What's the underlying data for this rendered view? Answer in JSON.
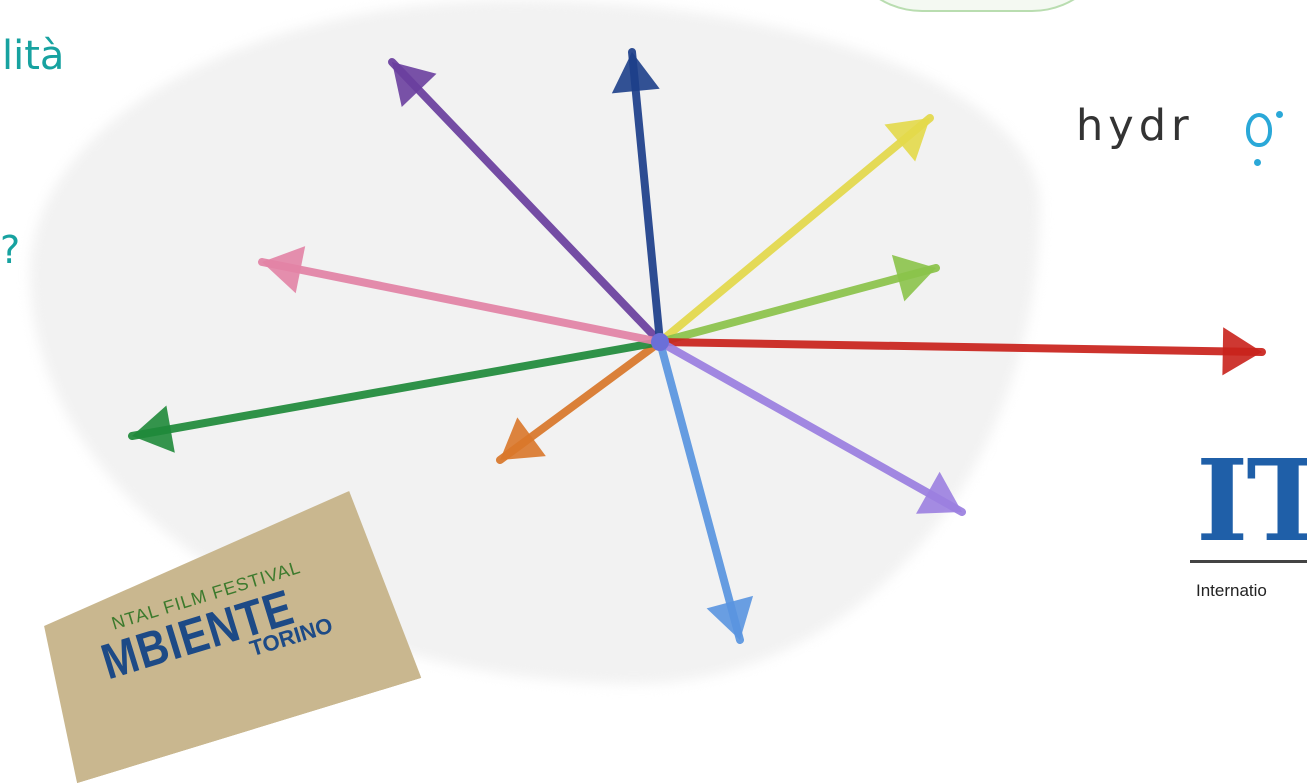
{
  "heading": {
    "title_fragment": "lità",
    "question_fragment": "?",
    "color": "#17a2a0"
  },
  "arrows": [
    {
      "name": "purple-up-left-arrow",
      "color": "#6a3f9e"
    },
    {
      "name": "navy-up-arrow",
      "color": "#1d3f8a"
    },
    {
      "name": "yellow-up-right-arrow",
      "color": "#e3d94a"
    },
    {
      "name": "lime-right-arrow",
      "color": "#8bc34a"
    },
    {
      "name": "red-right-arrow",
      "color": "#c9221c"
    },
    {
      "name": "violet-down-right-arrow",
      "color": "#9b7fe0"
    },
    {
      "name": "lightblue-down-arrow",
      "color": "#5a95e0"
    },
    {
      "name": "orange-down-left-arrow",
      "color": "#d9772a"
    },
    {
      "name": "green-left-arrow",
      "color": "#1f8a3a"
    },
    {
      "name": "pink-left-arrow",
      "color": "#e283a5"
    }
  ],
  "logos": {
    "hydro": {
      "text": "hydr",
      "icon": "water-drop-icon",
      "color": "#2aa8d8"
    },
    "itc": {
      "letters": "IT",
      "subtitle": "Internatio",
      "color": "#1f5fa8"
    },
    "festival": {
      "line1": "NTAL FILM FESTIVAL",
      "line2": "MBIENTE",
      "line3": "TORINO"
    }
  }
}
